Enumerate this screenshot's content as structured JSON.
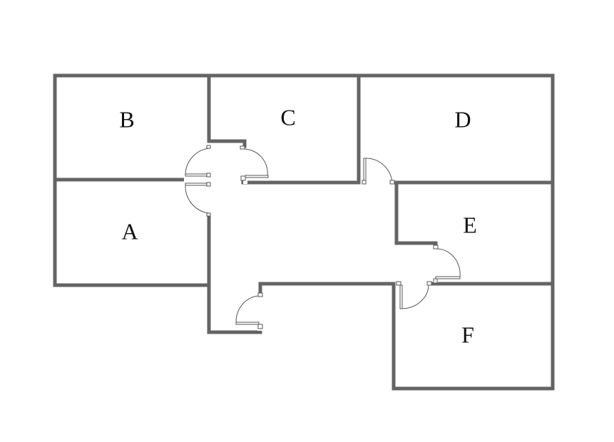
{
  "diagram": {
    "rooms": [
      {
        "id": "A",
        "label": "A"
      },
      {
        "id": "B",
        "label": "B"
      },
      {
        "id": "C",
        "label": "C"
      },
      {
        "id": "D",
        "label": "D"
      },
      {
        "id": "E",
        "label": "E"
      },
      {
        "id": "F",
        "label": "F"
      }
    ]
  }
}
